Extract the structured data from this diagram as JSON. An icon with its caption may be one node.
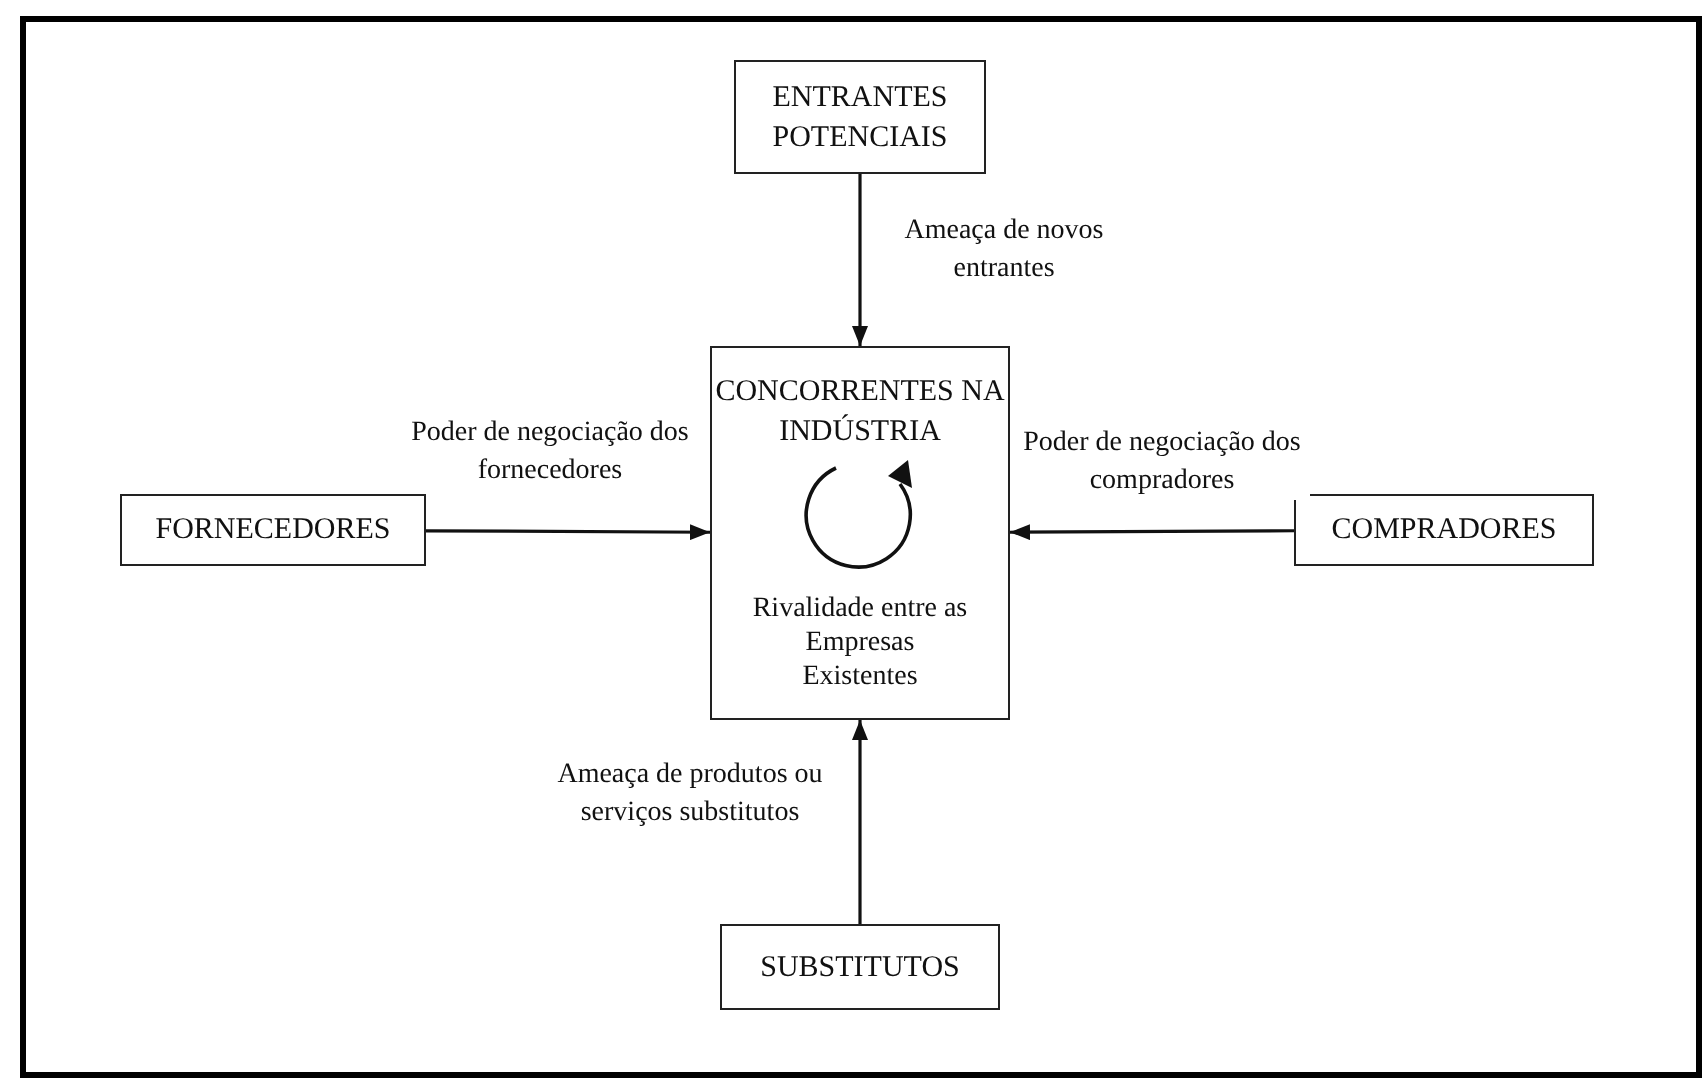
{
  "diagram": {
    "nodes": [
      {
        "text": [
          "ENTRANTES POTENCIAIS"
        ]
      },
      {
        "text": [
          "CONCORRENTES NA INDÚSTRIA",
          "Rivalidade entre as Empresas Existentes"
        ]
      },
      {
        "text": [
          "FORNECEDORES"
        ]
      },
      {
        "text": [
          "COMPRADORES"
        ]
      },
      {
        "text": [
          "SUBSTITUTOS"
        ]
      }
    ],
    "edges": [
      {
        "from": 0,
        "to": 1,
        "arrow": "to",
        "label": "Ameaça de novos entrantes"
      },
      {
        "from": 2,
        "to": 1,
        "arrow": "to",
        "label": "Poder de negociação dos fornecedores"
      },
      {
        "from": 3,
        "to": 1,
        "arrow": "to",
        "label": "Poder de negociação dos compradores"
      },
      {
        "from": 4,
        "to": 1,
        "arrow": "to",
        "label": "Ameaça de produtos ou serviços substitutos"
      }
    ]
  }
}
